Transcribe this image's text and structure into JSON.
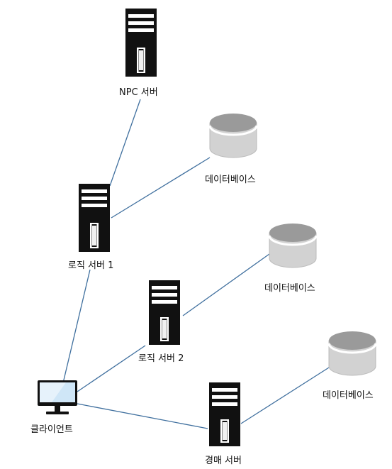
{
  "nodes": {
    "npc_server": {
      "label": "NPC 서버",
      "icon": "server-tower-icon"
    },
    "logic_server_1": {
      "label": "로직 서버 1",
      "icon": "server-tower-icon"
    },
    "logic_server_2": {
      "label": "로직 서버 2",
      "icon": "server-tower-icon"
    },
    "auction_server": {
      "label": "경매 서버",
      "icon": "server-tower-icon"
    },
    "client": {
      "label": "클라이언트",
      "icon": "monitor-icon"
    },
    "database_1": {
      "label": "데이터베이스",
      "icon": "database-cylinder-icon"
    },
    "database_2": {
      "label": "데이터베이스",
      "icon": "database-cylinder-icon"
    },
    "database_3": {
      "label": "데이터베이스",
      "icon": "database-cylinder-icon"
    }
  },
  "edges": [
    {
      "from": "npc_server",
      "to": "logic_server_1"
    },
    {
      "from": "logic_server_1",
      "to": "database_1"
    },
    {
      "from": "logic_server_1",
      "to": "client"
    },
    {
      "from": "logic_server_2",
      "to": "database_2"
    },
    {
      "from": "client",
      "to": "logic_server_2"
    },
    {
      "from": "client",
      "to": "auction_server"
    },
    {
      "from": "auction_server",
      "to": "database_3"
    }
  ],
  "colors": {
    "connector": "#3f6f9e",
    "server_body": "#111111",
    "db_top": "#9a9a9a",
    "db_body": "#d2d2d2",
    "monitor_screen": "#cfe6f7"
  }
}
